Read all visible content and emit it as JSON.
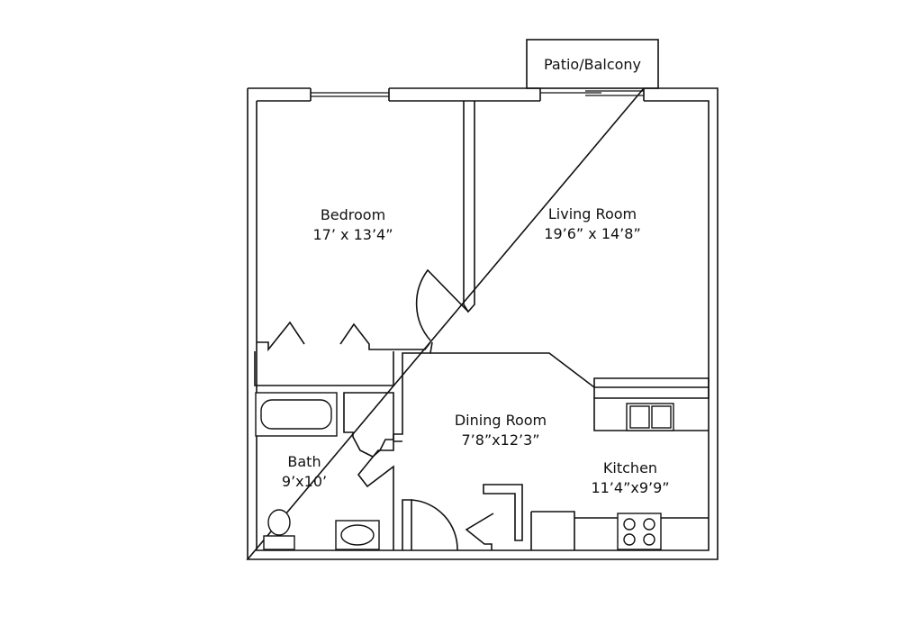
{
  "rooms": {
    "patio": {
      "name": "Patio/Balcony"
    },
    "bedroom": {
      "name": "Bedroom",
      "size": "17’ x 13’4”"
    },
    "living": {
      "name": "Living Room",
      "size": "19’6” x 14’8”"
    },
    "dining": {
      "name": "Dining Room",
      "size": "7’8”x12’3”"
    },
    "kitchen": {
      "name": "Kitchen",
      "size": "11’4”x9’9”"
    },
    "bath": {
      "name": "Bath",
      "size": "9’x10’"
    }
  },
  "colors": {
    "line": "#111111",
    "background": "#ffffff"
  }
}
